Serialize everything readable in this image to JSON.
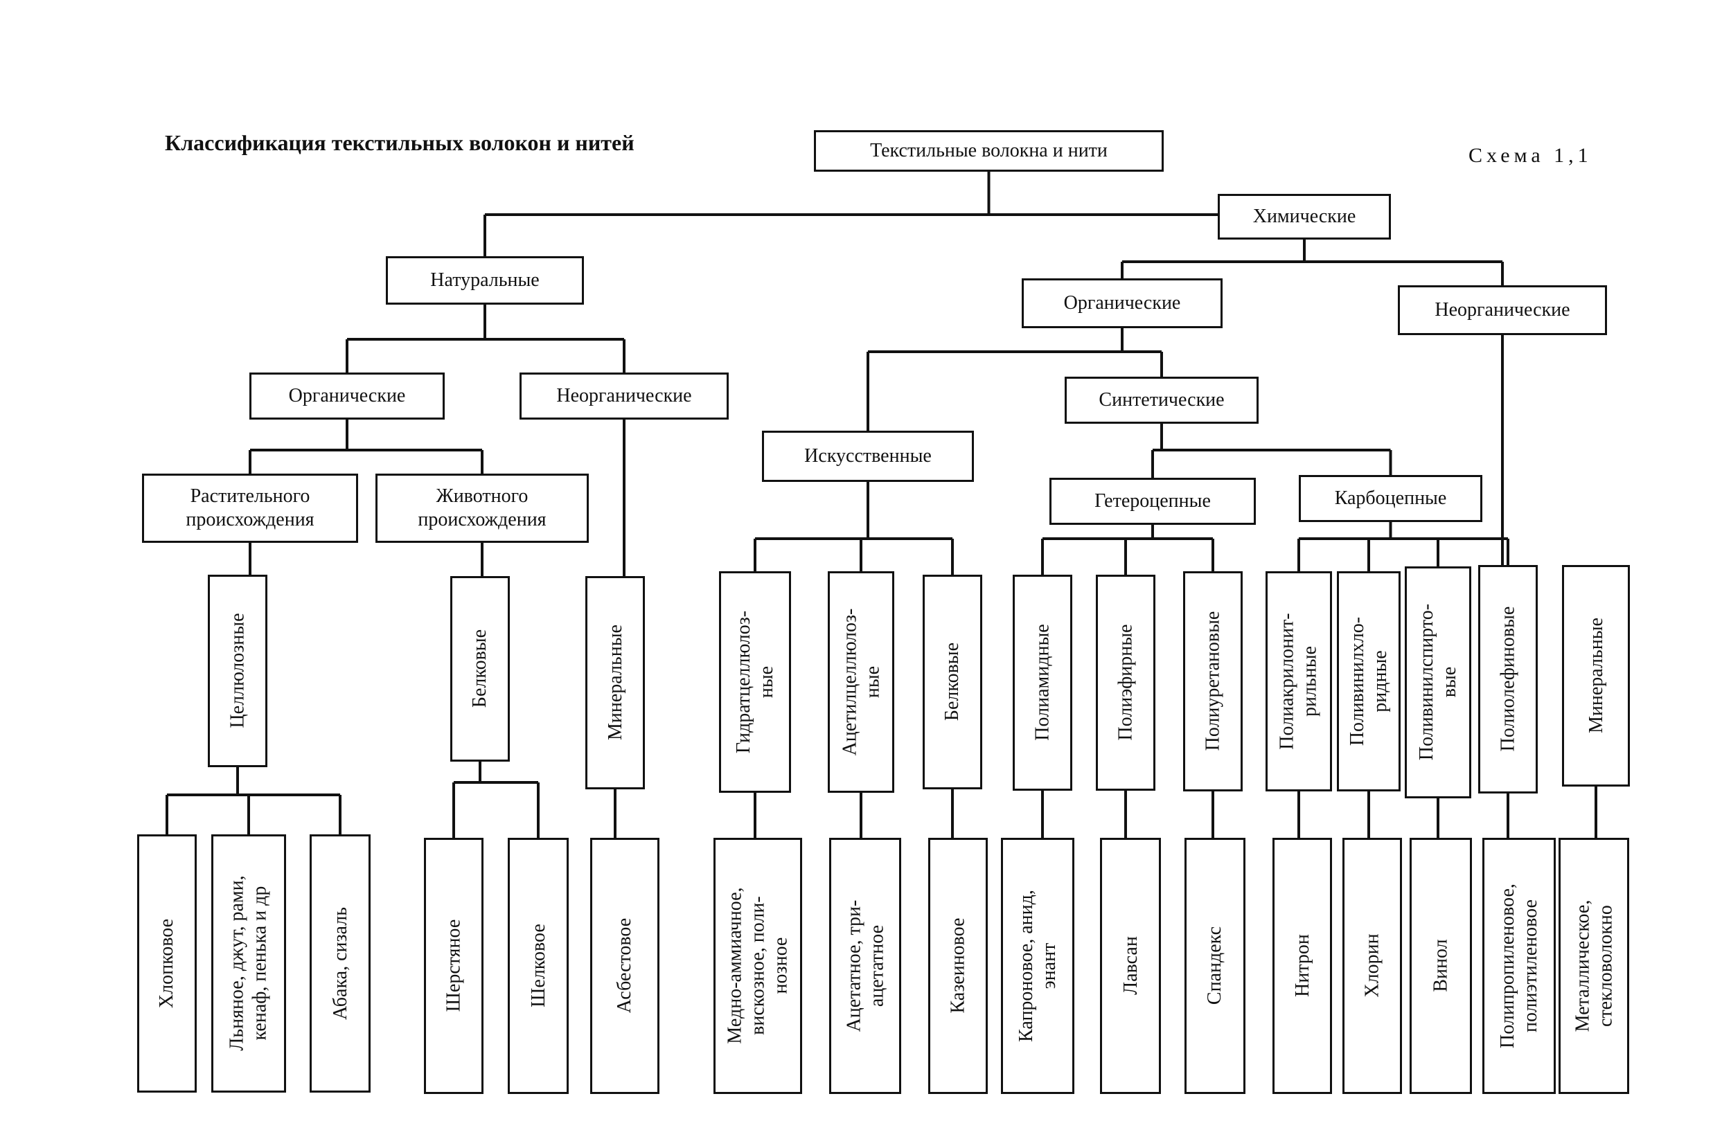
{
  "header": {
    "title": "Классификация текстильных волокон и нитей",
    "scheme": "Схема 1,1"
  },
  "nodes": {
    "root": "Текстильные волокна и нити",
    "natural": "Натуральные",
    "chemical": "Химические",
    "nat_organic": "Органические",
    "nat_inorganic": "Неорганические",
    "ch_organic": "Органические",
    "ch_inorganic": "Неорганические",
    "plant_origin": "Растительного\nпроисхождения",
    "animal_origin": "Животного\nпроисхождения",
    "artificial": "Искусственные",
    "synthetic": "Синтетические",
    "heterochain": "Гетероцепные",
    "carbochain": "Карбоцепные",
    "cellulose": "Целлюлозные",
    "protein_nat": "Белковые",
    "mineral_nat": "Минеральные",
    "hydratecellulose": "Гидратцеллюлоз-\nные",
    "acetylcellulose": "Ацетилцеллюлоз-\nные",
    "protein_art": "Белковые",
    "polyamide": "Полиамидные",
    "polyester": "Полиэфирные",
    "polyurethane": "Полиуретановые",
    "polyacrylonitrile": "Полиакрилонит-\nрильные",
    "polyvinylchloride": "Поливинилхло-\nридные",
    "polyvinylalcohol": "Поливинилспирто-\nвые",
    "polyolefin": "Полиолефиновые",
    "mineral_ch": "Минеральные",
    "cotton": "Хлопковое",
    "bast": "Льняное, джут, рами,\nкенаф, пенька и др",
    "abaca": "Абака, сизаль",
    "wool": "Шерстяное",
    "silk": "Шелковое",
    "asbestos": "Асбестовое",
    "viscose": "Медно-аммиачное,\nвискозное, поли-\nнозное",
    "acetate": "Ацетатное, три-\nацетатное",
    "casein": "Казеиновое",
    "capron": "Капроновое, анид,\nэнант",
    "lavsan": "Лавсан",
    "spandex": "Спандекс",
    "nitron": "Нитрон",
    "chlorin": "Хлорин",
    "vinol": "Винол",
    "polypropylene": "Полипропиленовое,\nполиэтиленовое",
    "metallic": "Металлическое,\nстекловолокно"
  },
  "colors": {
    "line": "#111111",
    "box_border": "#111111",
    "background": "#ffffff"
  }
}
